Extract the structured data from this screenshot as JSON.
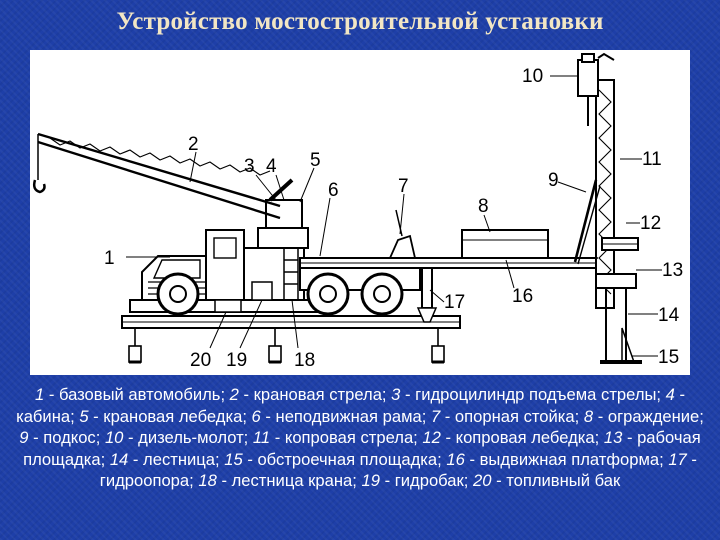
{
  "title": "Устройство мостостроительной установки",
  "labels": [
    "1",
    "2",
    "3",
    "4",
    "5",
    "6",
    "7",
    "8",
    "9",
    "10",
    "11",
    "12",
    "13",
    "14",
    "15",
    "16",
    "17",
    "18",
    "19",
    "20"
  ],
  "legend": [
    {
      "num": "1",
      "text": " - базовый автомобиль; "
    },
    {
      "num": "2",
      "text": " - крановая стрела; "
    },
    {
      "num": "3",
      "text": " - гидроцилиндр подъема стрелы; "
    },
    {
      "num": "4",
      "text": " - кабина; "
    },
    {
      "num": "5",
      "text": " - крановая лебедка; "
    },
    {
      "num": "6",
      "text": " - неподвижная рама; "
    },
    {
      "num": "7",
      "text": " - опорная стойка; "
    },
    {
      "num": "8",
      "text": " - ограждение; "
    },
    {
      "num": "9",
      "text": " - подкос; "
    },
    {
      "num": "10",
      "text": " - дизель-молот; "
    },
    {
      "num": "11",
      "text": " - копровая стрела; "
    },
    {
      "num": "12",
      "text": " - копровая лебедка; "
    },
    {
      "num": "13",
      "text": " - рабочая площадка; "
    },
    {
      "num": "14",
      "text": " - лестница; "
    },
    {
      "num": "15",
      "text": " - обстроечная площадка; "
    },
    {
      "num": "16",
      "text": " - выдвижная платформа; "
    },
    {
      "num": "17",
      "text": " - гидроопора; "
    },
    {
      "num": "18",
      "text": " - лестница крана; "
    },
    {
      "num": "19",
      "text": " - гидробак; "
    },
    {
      "num": "20",
      "text": " - топливный бак"
    }
  ]
}
